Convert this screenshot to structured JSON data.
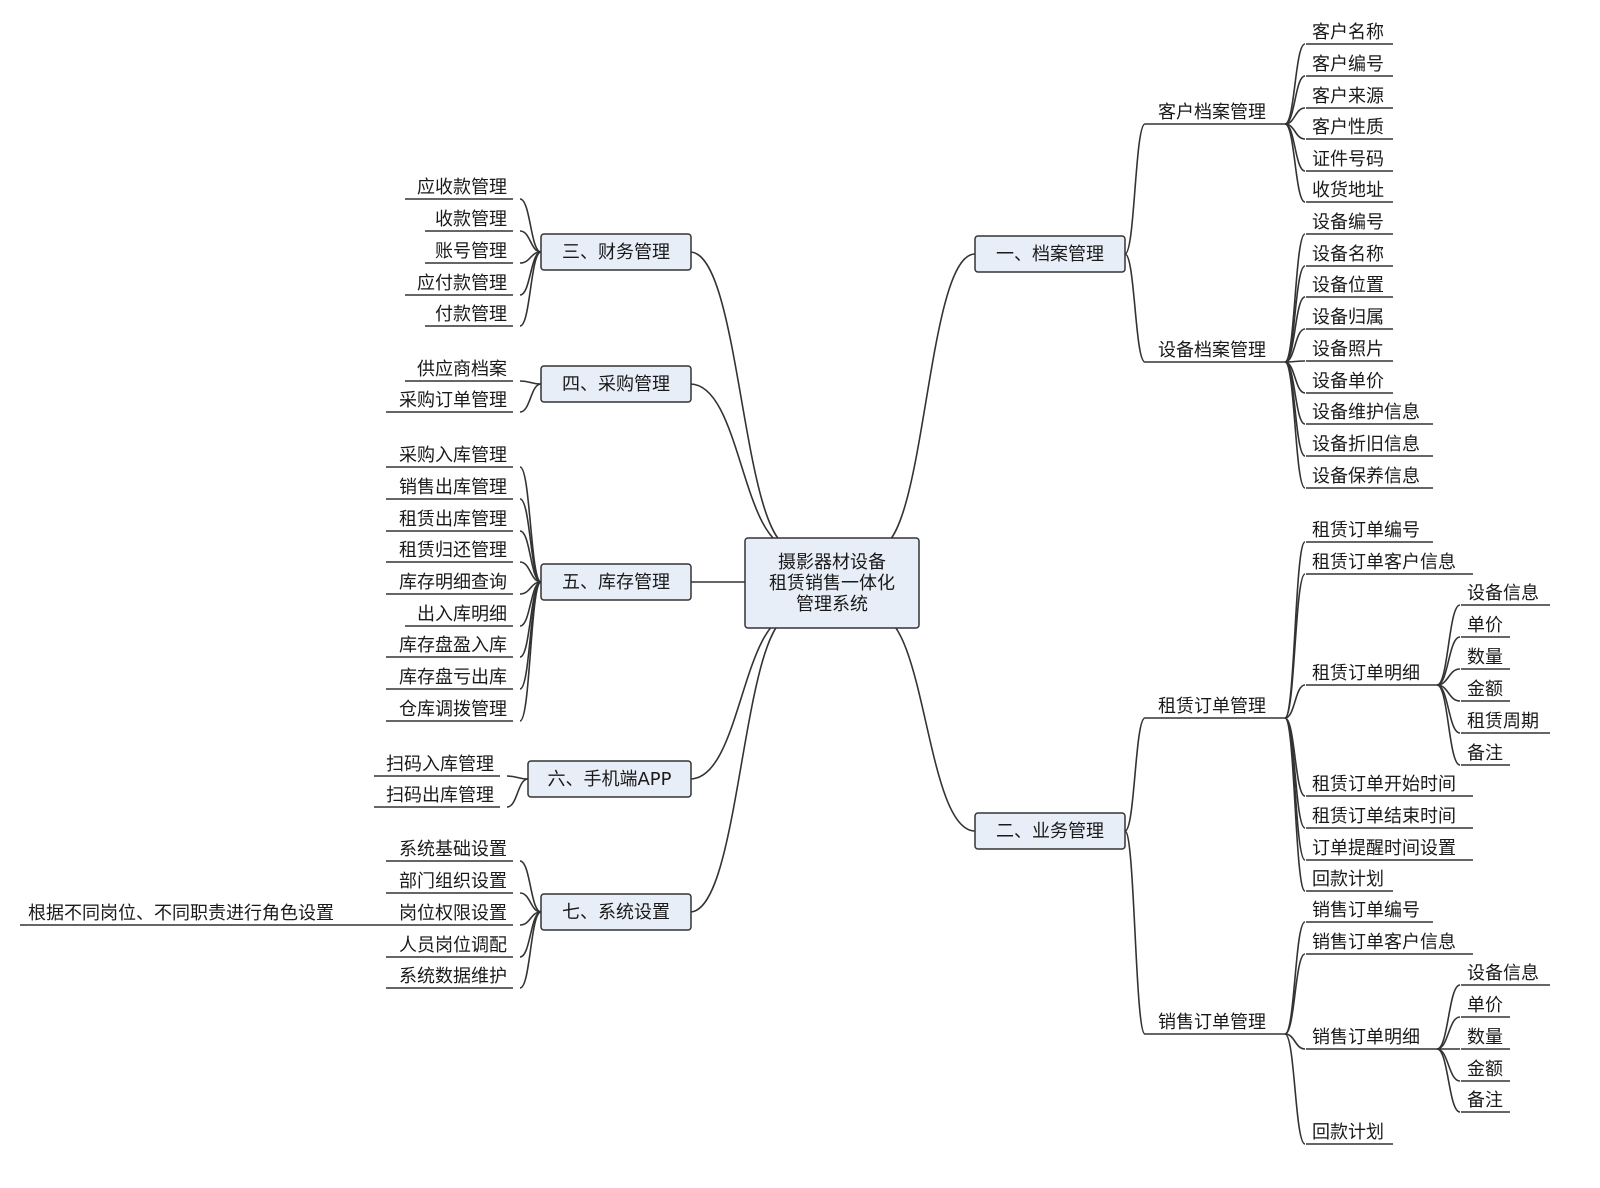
{
  "center": {
    "lines": [
      "摄影器材设备",
      "租赁销售一体化",
      "管理系统"
    ]
  },
  "branches": {
    "b1": {
      "label": "一、档案管理"
    },
    "b2": {
      "label": "二、业务管理"
    },
    "b3": {
      "label": "三、财务管理"
    },
    "b4": {
      "label": "四、采购管理"
    },
    "b5": {
      "label": "五、库存管理"
    },
    "b6": {
      "label": "六、手机端APP"
    },
    "b7": {
      "label": "七、系统设置"
    }
  },
  "nodes": {
    "kh": "客户档案管理",
    "kh1": "客户名称",
    "kh2": "客户编号",
    "kh3": "客户来源",
    "kh4": "客户性质",
    "kh5": "证件号码",
    "kh6": "收货地址",
    "sb": "设备档案管理",
    "sb1": "设备编号",
    "sb2": "设备名称",
    "sb3": "设备位置",
    "sb4": "设备归属",
    "sb5": "设备照片",
    "sb6": "设备单价",
    "sb7": "设备维护信息",
    "sb8": "设备折旧信息",
    "sb9": "设备保养信息",
    "zl": "租赁订单管理",
    "zl1": "租赁订单编号",
    "zl2": "租赁订单客户信息",
    "zl3": "租赁订单明细",
    "zl3a": "设备信息",
    "zl3b": "单价",
    "zl3c": "数量",
    "zl3d": "金额",
    "zl3e": "租赁周期",
    "zl3f": "备注",
    "zl4": "租赁订单开始时间",
    "zl5": "租赁订单结束时间",
    "zl6": "订单提醒时间设置",
    "zl7": "回款计划",
    "xs": "销售订单管理",
    "xs1": "销售订单编号",
    "xs2": "销售订单客户信息",
    "xs3": "销售订单明细",
    "xs3a": "设备信息",
    "xs3b": "单价",
    "xs3c": "数量",
    "xs3d": "金额",
    "xs3e": "备注",
    "xs4": "回款计划",
    "cw1": "应收款管理",
    "cw2": "收款管理",
    "cw3": "账号管理",
    "cw4": "应付款管理",
    "cw5": "付款管理",
    "cg1": "供应商档案",
    "cg2": "采购订单管理",
    "kc1": "采购入库管理",
    "kc2": "销售出库管理",
    "kc3": "租赁出库管理",
    "kc4": "租赁归还管理",
    "kc5": "库存明细查询",
    "kc6": "出入库明细",
    "kc7": "库存盘盈入库",
    "kc8": "库存盘亏出库",
    "kc9": "仓库调拨管理",
    "app1": "扫码入库管理",
    "app2": "扫码出库管理",
    "xt1": "系统基础设置",
    "xt2": "部门组织设置",
    "xt3": "岗位权限设置",
    "xt3a": "根据不同岗位、不同职责进行角色设置",
    "xt4": "人员岗位调配",
    "xt5": "系统数据维护"
  },
  "colors": {
    "box_fill": "#e8eef8",
    "line": "#333333",
    "text": "#1a1a1a"
  }
}
